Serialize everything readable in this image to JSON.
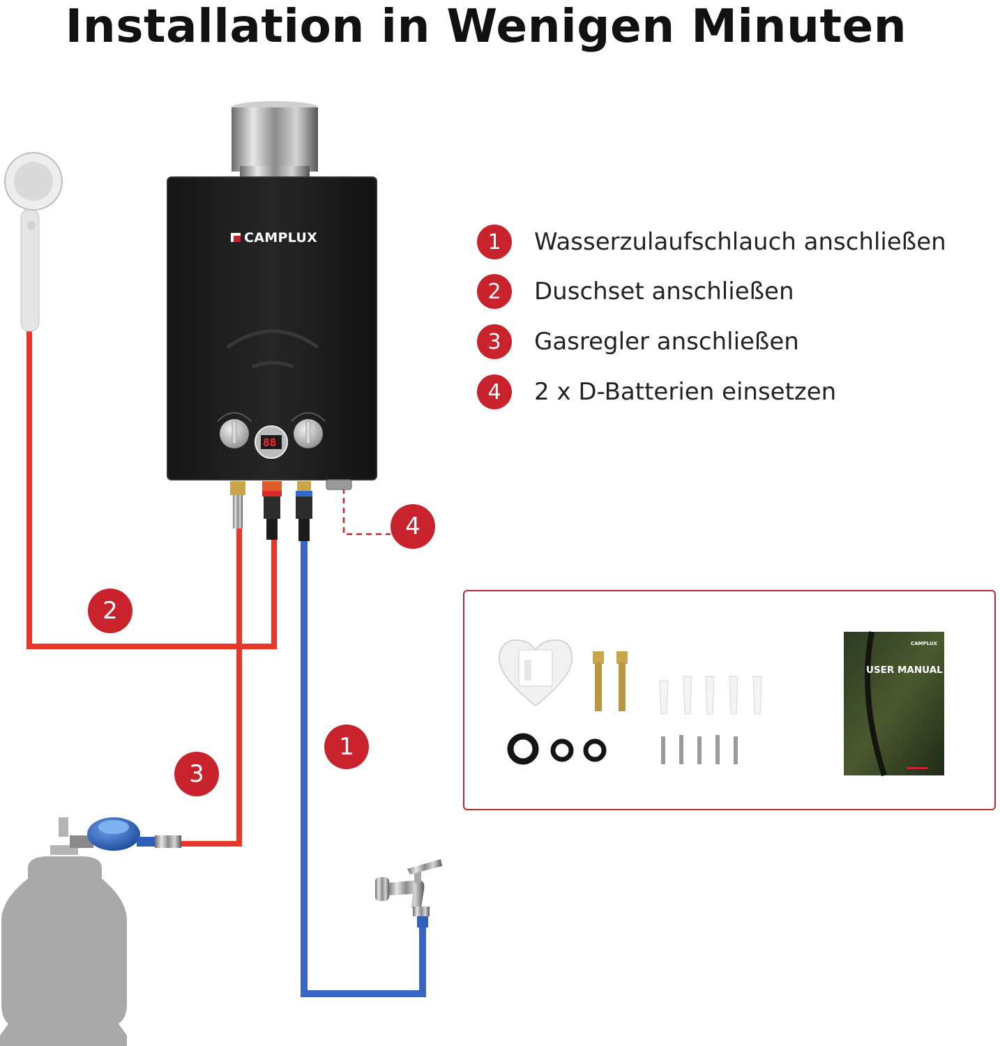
{
  "title": "Installation in Wenigen Minuten",
  "colors": {
    "accent_red": "#c8232c",
    "hose_red": "#e8372a",
    "hose_blue": "#3a63c8",
    "frame_red": "#b22a31"
  },
  "steps": [
    {
      "number": "1",
      "label": "Wasserzulaufschlauch anschließen"
    },
    {
      "number": "2",
      "label": "Duschset anschließen"
    },
    {
      "number": "3",
      "label": "Gasregler anschließen"
    },
    {
      "number": "4",
      "label": "2 x D-Batterien einsetzen"
    }
  ],
  "diagram": {
    "badges": [
      "1",
      "2",
      "3",
      "4"
    ],
    "heater_brand": "CAMPLUX",
    "display_value": "88",
    "icons": [
      "shower-head-icon",
      "water-heater-icon",
      "gas-cylinder-icon",
      "gas-regulator-icon",
      "water-tap-icon"
    ]
  },
  "accessories": {
    "manual_title": "USER MANUAL",
    "manual_brand": "CAMPLUX",
    "icons": [
      "wall-bracket-icon",
      "anchor-bolt-icon",
      "wall-plug-icon",
      "screw-icon",
      "washer-ring-icon",
      "user-manual-icon"
    ]
  }
}
